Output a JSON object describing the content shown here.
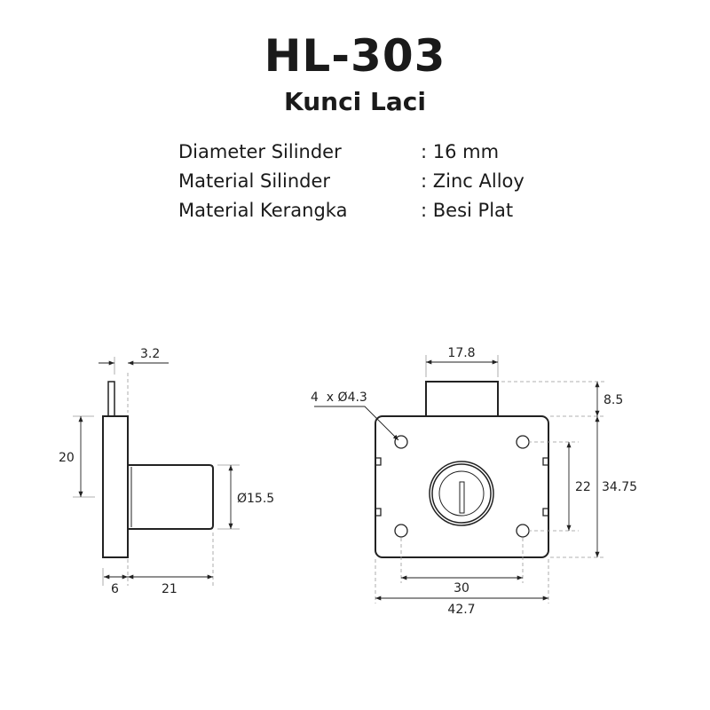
{
  "header": {
    "title": "HL-303",
    "subtitle": "Kunci Laci"
  },
  "specs": [
    {
      "label": "Diameter Silinder",
      "value": ": 16 mm"
    },
    {
      "label": "Material Silinder",
      "value": ": Zinc Alloy"
    },
    {
      "label": "Material Kerangka",
      "value": ": Besi Plat"
    }
  ],
  "side_view": {
    "dims": {
      "tab_thickness": "3.2",
      "height": "20",
      "cylinder_diameter": "Ø15.5",
      "plate_thickness": "6",
      "cylinder_length": "21"
    }
  },
  "front_view": {
    "dims": {
      "top_width": "17.8",
      "top_height": "8.5",
      "holes": "4  x Ø4.3",
      "hole_spacing_v": "22",
      "total_height": "34.75",
      "hole_spacing_h": "30",
      "total_width": "42.7"
    }
  }
}
